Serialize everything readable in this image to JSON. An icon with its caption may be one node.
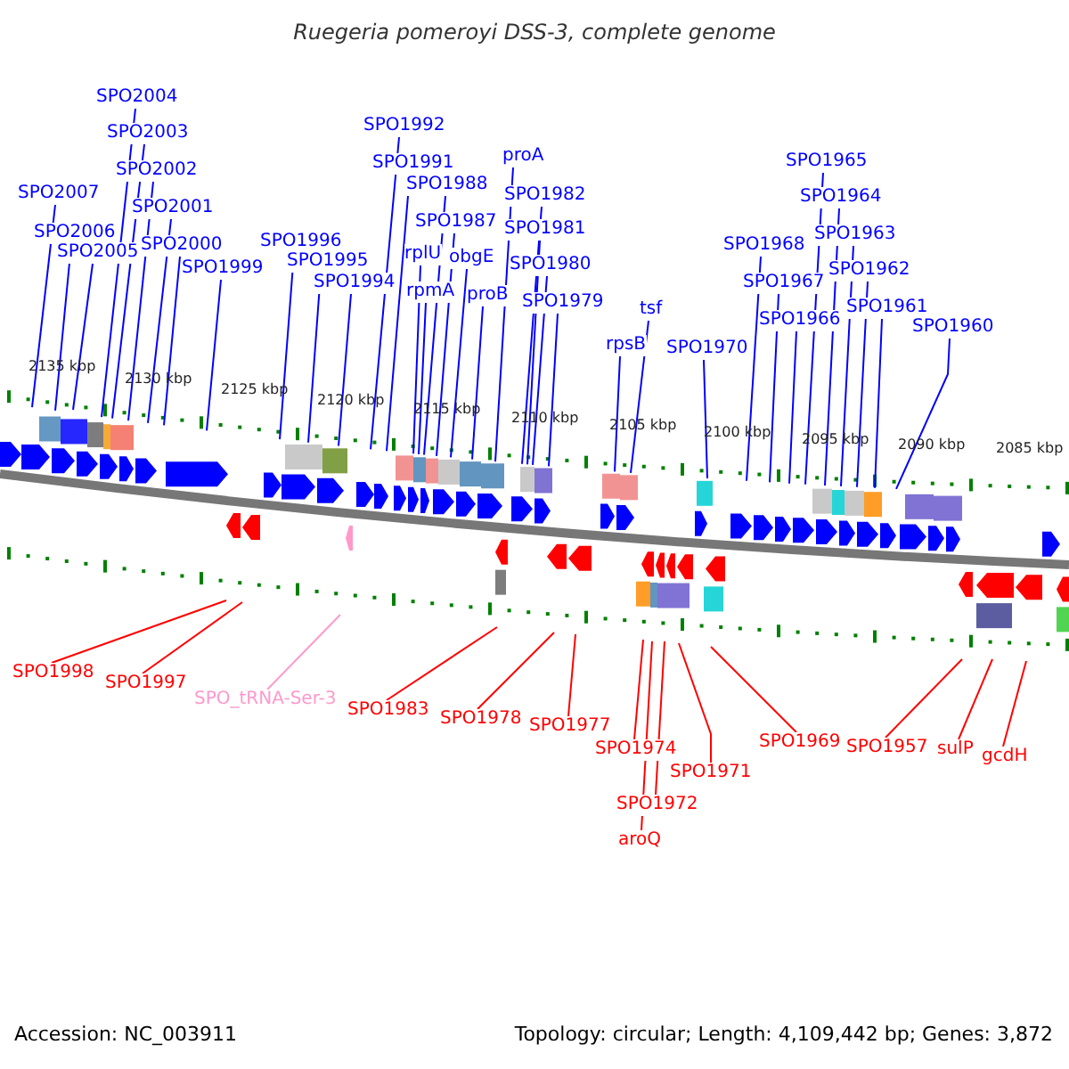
{
  "diagram": {
    "title": "Ruegeria pomeroyi DSS-3, complete genome",
    "nodes": [
      {
        "text": [
          "SPO2007"
        ]
      },
      {
        "text": [
          "SPO2006"
        ]
      },
      {
        "text": [
          "SPO2005"
        ]
      },
      {
        "text": [
          "SPO2004"
        ]
      },
      {
        "text": [
          "SPO2003"
        ]
      },
      {
        "text": [
          "SPO2002"
        ]
      },
      {
        "text": [
          "SPO2001"
        ]
      },
      {
        "text": [
          "SPO2000"
        ]
      },
      {
        "text": [
          "SPO1999"
        ]
      },
      {
        "text": [
          "SPO1996"
        ]
      },
      {
        "text": [
          "SPO1995"
        ]
      },
      {
        "text": [
          "SPO1994"
        ]
      },
      {
        "text": [
          "SPO1992"
        ]
      },
      {
        "text": [
          "SPO1991"
        ]
      },
      {
        "text": [
          "SPO1988"
        ]
      },
      {
        "text": [
          "SPO1987"
        ]
      },
      {
        "text": [
          "rplU"
        ]
      },
      {
        "text": [
          "obgE"
        ]
      },
      {
        "text": [
          "rpmA"
        ]
      },
      {
        "text": [
          "proB"
        ]
      },
      {
        "text": [
          "proA"
        ]
      },
      {
        "text": [
          "SPO1982"
        ]
      },
      {
        "text": [
          "SPO1981"
        ]
      },
      {
        "text": [
          "SPO1980"
        ]
      },
      {
        "text": [
          "SPO1979"
        ]
      },
      {
        "text": [
          "rpsB"
        ]
      },
      {
        "text": [
          "tsf"
        ]
      },
      {
        "text": [
          "SPO1970"
        ]
      },
      {
        "text": [
          "SPO1968"
        ]
      },
      {
        "text": [
          "SPO1967"
        ]
      },
      {
        "text": [
          "SPO1966"
        ]
      },
      {
        "text": [
          "SPO1965"
        ]
      },
      {
        "text": [
          "SPO1964"
        ]
      },
      {
        "text": [
          "SPO1963"
        ]
      },
      {
        "text": [
          "SPO1962"
        ]
      },
      {
        "text": [
          "SPO1961"
        ]
      },
      {
        "text": [
          "SPO1960"
        ]
      },
      {
        "text": [
          "SPO1998"
        ]
      },
      {
        "text": [
          "SPO1997"
        ]
      },
      {
        "text": [
          "SPO_tRNA-Ser-3"
        ]
      },
      {
        "text": [
          "SPO1983"
        ]
      },
      {
        "text": [
          "SPO1978"
        ]
      },
      {
        "text": [
          "SPO1977"
        ]
      },
      {
        "text": [
          "SPO1974"
        ]
      },
      {
        "text": [
          "SPO1971"
        ]
      },
      {
        "text": [
          "SPO1972"
        ]
      },
      {
        "text": [
          "aroQ"
        ]
      },
      {
        "text": [
          "SPO1969"
        ]
      },
      {
        "text": [
          "SPO1957"
        ]
      },
      {
        "text": [
          "sulP"
        ]
      },
      {
        "text": [
          "gcdH"
        ]
      }
    ],
    "edges": [
      {
        "from": 0,
        "to": null,
        "arrow": "none"
      },
      {
        "from": 1,
        "to": null,
        "arrow": "none"
      },
      {
        "from": 2,
        "to": null,
        "arrow": "none"
      },
      {
        "from": 3,
        "to": null,
        "arrow": "none"
      },
      {
        "from": 4,
        "to": null,
        "arrow": "none"
      },
      {
        "from": 5,
        "to": null,
        "arrow": "none"
      },
      {
        "from": 6,
        "to": null,
        "arrow": "none"
      },
      {
        "from": 7,
        "to": null,
        "arrow": "none"
      },
      {
        "from": 8,
        "to": null,
        "arrow": "none"
      },
      {
        "from": 9,
        "to": null,
        "arrow": "none"
      },
      {
        "from": 10,
        "to": null,
        "arrow": "none"
      },
      {
        "from": 11,
        "to": null,
        "arrow": "none"
      },
      {
        "from": 12,
        "to": null,
        "arrow": "none"
      },
      {
        "from": 13,
        "to": null,
        "arrow": "none"
      },
      {
        "from": 14,
        "to": null,
        "arrow": "none"
      },
      {
        "from": 15,
        "to": null,
        "arrow": "none"
      },
      {
        "from": 16,
        "to": null,
        "arrow": "none"
      },
      {
        "from": 17,
        "to": null,
        "arrow": "none"
      },
      {
        "from": 18,
        "to": null,
        "arrow": "none"
      },
      {
        "from": 19,
        "to": null,
        "arrow": "none"
      },
      {
        "from": 20,
        "to": null,
        "arrow": "none"
      },
      {
        "from": 21,
        "to": null,
        "arrow": "none"
      },
      {
        "from": 22,
        "to": null,
        "arrow": "none"
      },
      {
        "from": 23,
        "to": null,
        "arrow": "none"
      },
      {
        "from": 24,
        "to": null,
        "arrow": "none"
      },
      {
        "from": 25,
        "to": null,
        "arrow": "none"
      },
      {
        "from": 26,
        "to": null,
        "arrow": "none"
      },
      {
        "from": 27,
        "to": null,
        "arrow": "none"
      },
      {
        "from": 28,
        "to": null,
        "arrow": "none"
      },
      {
        "from": 29,
        "to": null,
        "arrow": "none"
      },
      {
        "from": 30,
        "to": null,
        "arrow": "none"
      },
      {
        "from": 31,
        "to": null,
        "arrow": "none"
      },
      {
        "from": 32,
        "to": null,
        "arrow": "none"
      },
      {
        "from": 33,
        "to": null,
        "arrow": "none"
      },
      {
        "from": 34,
        "to": null,
        "arrow": "none"
      },
      {
        "from": 35,
        "to": null,
        "arrow": "none"
      },
      {
        "from": 36,
        "to": null,
        "arrow": "none"
      },
      {
        "from": 37,
        "to": null,
        "arrow": "none",
        "color": "#ff0000"
      },
      {
        "from": 38,
        "to": null,
        "arrow": "none",
        "color": "#ff0000"
      },
      {
        "from": 39,
        "to": null,
        "arrow": "none",
        "color": "#ff99cc"
      },
      {
        "from": 40,
        "to": null,
        "arrow": "none",
        "color": "#ff0000"
      },
      {
        "from": 41,
        "to": null,
        "arrow": "none",
        "color": "#ff0000"
      },
      {
        "from": 42,
        "to": null,
        "arrow": "none",
        "color": "#ff0000"
      },
      {
        "from": 43,
        "to": null,
        "arrow": "none",
        "color": "#ff0000"
      },
      {
        "from": 44,
        "to": null,
        "arrow": "none",
        "color": "#ff0000"
      },
      {
        "from": 45,
        "to": null,
        "arrow": "none",
        "color": "#ff0000"
      },
      {
        "from": 46,
        "to": null,
        "arrow": "none",
        "color": "#ff0000"
      },
      {
        "from": 47,
        "to": null,
        "arrow": "none",
        "color": "#ff0000"
      },
      {
        "from": 48,
        "to": null,
        "arrow": "none",
        "color": "#ff0000"
      },
      {
        "from": 49,
        "to": null,
        "arrow": "none",
        "color": "#ff0000"
      },
      {
        "from": 50,
        "to": null,
        "arrow": "none",
        "color": "#ff0000"
      }
    ],
    "labels": [
      "2135 kbp",
      "2130 kbp",
      "2125 kbp",
      "2120 kbp",
      "2115 kbp",
      "2110 kbp",
      "2105 kbp",
      "2100 kbp",
      "2095 kbp",
      "2090 kbp",
      "2085 kbp",
      "Accession: NC_003911",
      "Topology: circular; Length: 4,109,442 bp; Genes: 3,872"
    ]
  }
}
